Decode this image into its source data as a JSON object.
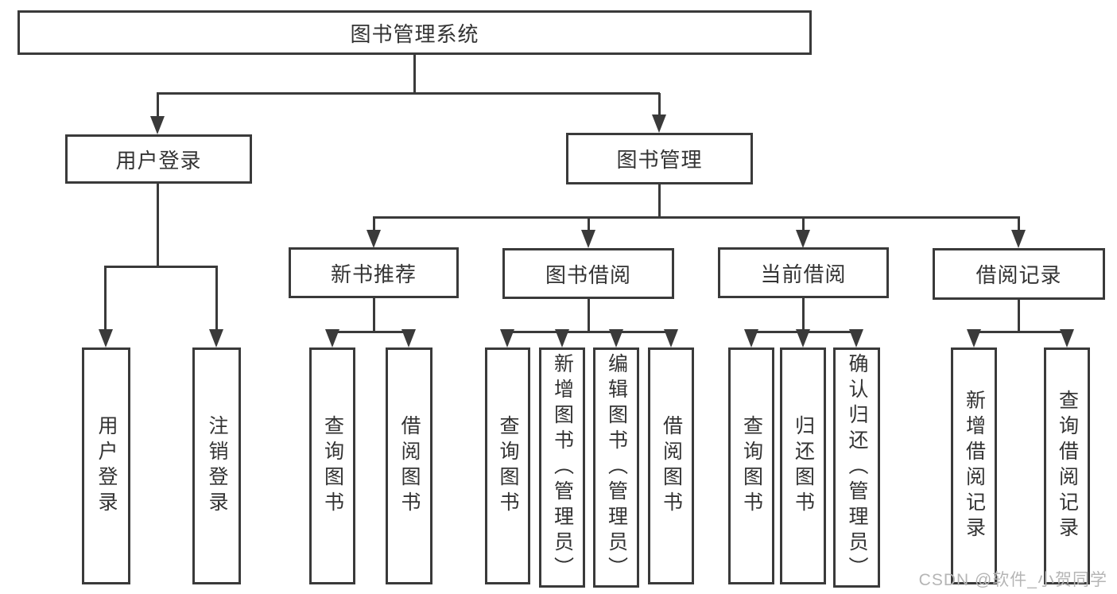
{
  "diagram": {
    "root": {
      "label": "图书管理系统",
      "children": [
        {
          "label": "用户登录",
          "children": [
            {
              "label": "用户登录"
            },
            {
              "label": "注销登录"
            }
          ]
        },
        {
          "label": "图书管理",
          "children": [
            {
              "label": "新书推荐",
              "children": [
                {
                  "label": "查询图书"
                },
                {
                  "label": "借阅图书"
                }
              ]
            },
            {
              "label": "图书借阅",
              "children": [
                {
                  "label": "查询图书"
                },
                {
                  "label": "新增图书（管理员）"
                },
                {
                  "label": "编辑图书（管理员）"
                },
                {
                  "label": "借阅图书"
                }
              ]
            },
            {
              "label": "当前借阅",
              "children": [
                {
                  "label": "查询图书"
                },
                {
                  "label": "归还图书"
                },
                {
                  "label": "确认归还（管理员）"
                }
              ]
            },
            {
              "label": "借阅记录",
              "children": [
                {
                  "label": "新增借阅记录"
                },
                {
                  "label": "查询借阅记录"
                }
              ]
            }
          ]
        }
      ]
    }
  },
  "watermark": {
    "text": "CSDN @软件_小贺同学"
  },
  "colors": {
    "line": "#3a3a3a",
    "text": "#333333",
    "watermark": "#b5b5b5",
    "background": "#ffffff"
  }
}
